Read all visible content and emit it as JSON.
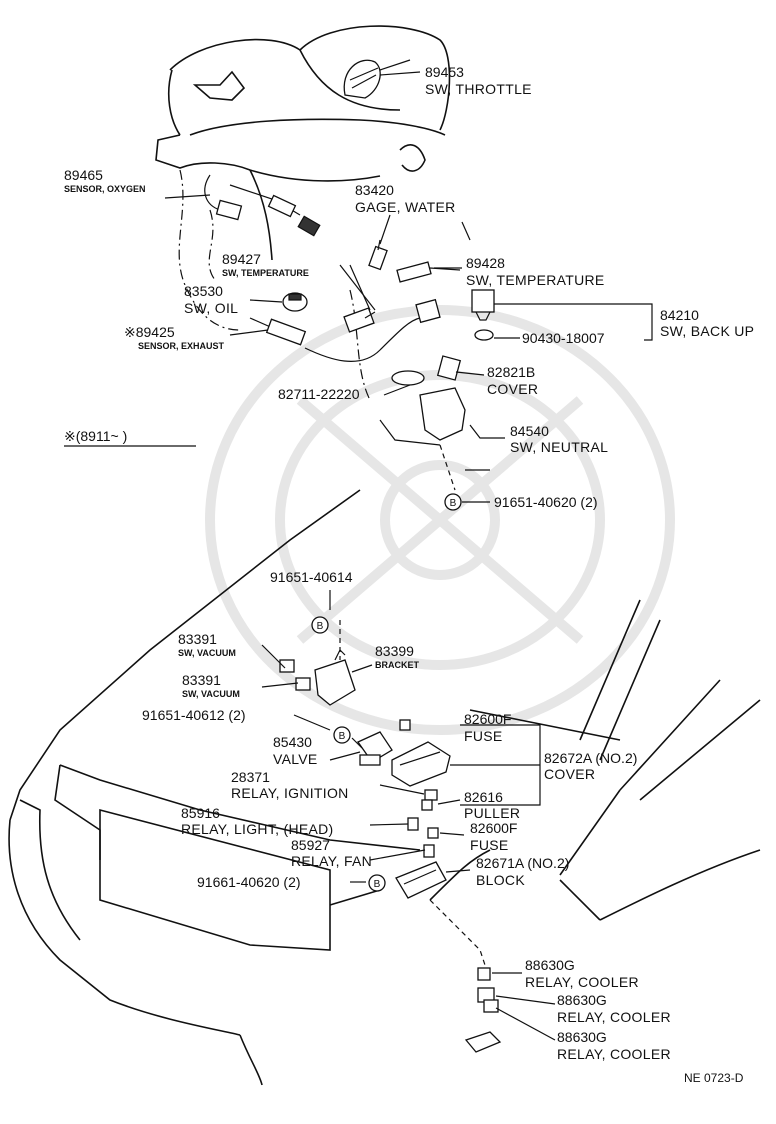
{
  "diagram_code": "NE 0723-D",
  "note": "※(8911~        )",
  "labels": [
    {
      "id": "89453",
      "number": "89453",
      "name": "SW, THROTTLE"
    },
    {
      "id": "89465",
      "number": "89465",
      "name": "SENSOR, OXYGEN"
    },
    {
      "id": "83420",
      "number": "83420",
      "name": "GAGE, WATER"
    },
    {
      "id": "89427",
      "number": "89427",
      "name": "SW, TEMPERATURE"
    },
    {
      "id": "89428",
      "number": "89428",
      "name": "SW, TEMPERATURE"
    },
    {
      "id": "83530",
      "number": "83530",
      "name": "SW, OIL"
    },
    {
      "id": "84210",
      "number": "84210",
      "name": "SW, BACK UP"
    },
    {
      "id": "90430",
      "number": "90430-18007",
      "name": ""
    },
    {
      "id": "89425",
      "number": "※89425",
      "name": "SENSOR, EXHAUST"
    },
    {
      "id": "82821B",
      "number": "82821B",
      "name": "COVER"
    },
    {
      "id": "82711",
      "number": "82711-22220",
      "name": ""
    },
    {
      "id": "84540",
      "number": "84540",
      "name": "SW, NEUTRAL"
    },
    {
      "id": "91651-40620",
      "number": "91651-40620 (2)",
      "name": ""
    },
    {
      "id": "91651-40614",
      "number": "91651-40614",
      "name": ""
    },
    {
      "id": "83391a",
      "number": "83391",
      "name": "SW, VACUUM"
    },
    {
      "id": "83399",
      "number": "83399",
      "name": "BRACKET"
    },
    {
      "id": "83391b",
      "number": "83391",
      "name": "SW, VACUUM"
    },
    {
      "id": "91651-40612",
      "number": "91651-40612 (2)",
      "name": ""
    },
    {
      "id": "82600Fa",
      "number": "82600F",
      "name": "FUSE"
    },
    {
      "id": "85430",
      "number": "85430",
      "name": "VALVE"
    },
    {
      "id": "82672A",
      "number": "82672A (NO.2)",
      "name": "COVER"
    },
    {
      "id": "28371",
      "number": "28371",
      "name": "RELAY, IGNITION"
    },
    {
      "id": "82616",
      "number": "82616",
      "name": "PULLER"
    },
    {
      "id": "85916",
      "number": "85916",
      "name": "RELAY, LIGHT, (HEAD)"
    },
    {
      "id": "82600Fb",
      "number": "82600F",
      "name": "FUSE"
    },
    {
      "id": "85927",
      "number": "85927",
      "name": "RELAY, FAN"
    },
    {
      "id": "91661",
      "number": "91661-40620 (2)",
      "name": ""
    },
    {
      "id": "82671A",
      "number": "82671A (NO.2)",
      "name": "BLOCK"
    },
    {
      "id": "88630Ga",
      "number": "88630G",
      "name": "RELAY, COOLER"
    },
    {
      "id": "88630Gb",
      "number": "88630G",
      "name": "RELAY, COOLER"
    },
    {
      "id": "88630Gc",
      "number": "88630G",
      "name": "RELAY, COOLER"
    }
  ],
  "bolt_marker": "B"
}
